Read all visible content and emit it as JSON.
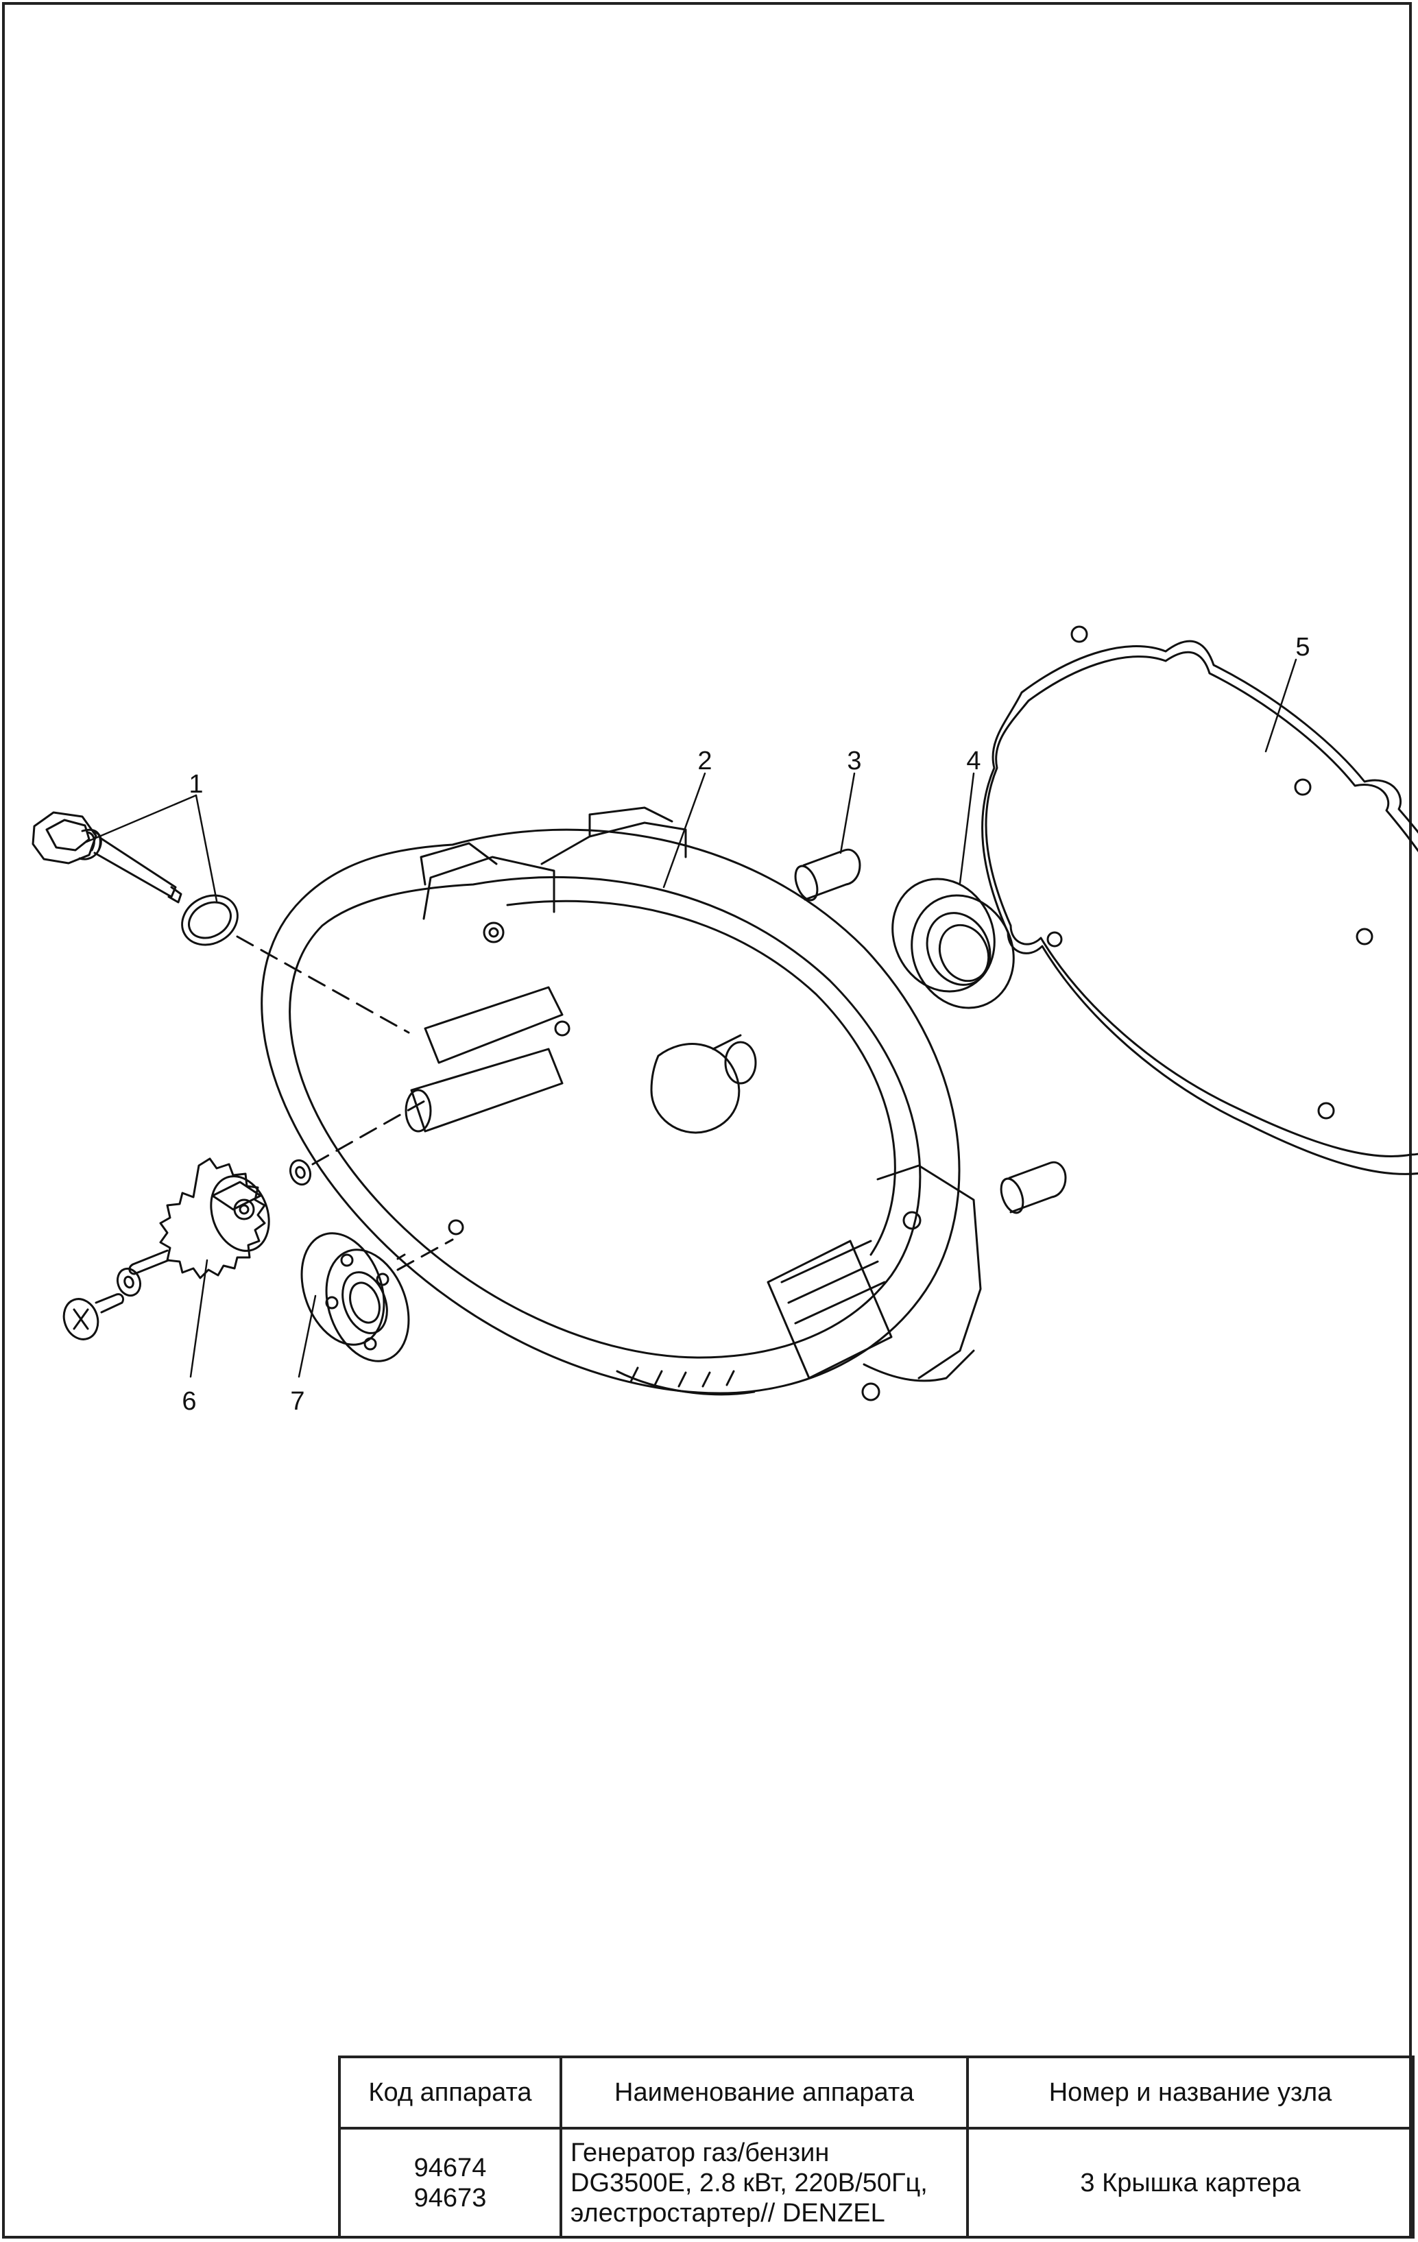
{
  "callouts": {
    "p1": "1",
    "p2": "2",
    "p3": "3",
    "p4": "4",
    "p5": "5",
    "p6": "6",
    "p7": "7"
  },
  "title_block": {
    "headers": {
      "code": "Код аппарата",
      "name": "Наименование аппарата",
      "assembly": "Номер и название узла"
    },
    "codes": "94674\n94673",
    "name_value": "Генератор газ/бензин\nDG3500E, 2.8 кВт, 220В/50Гц,\nэлестростартер// DENZEL",
    "assembly_value": "3 Крышка картера"
  }
}
